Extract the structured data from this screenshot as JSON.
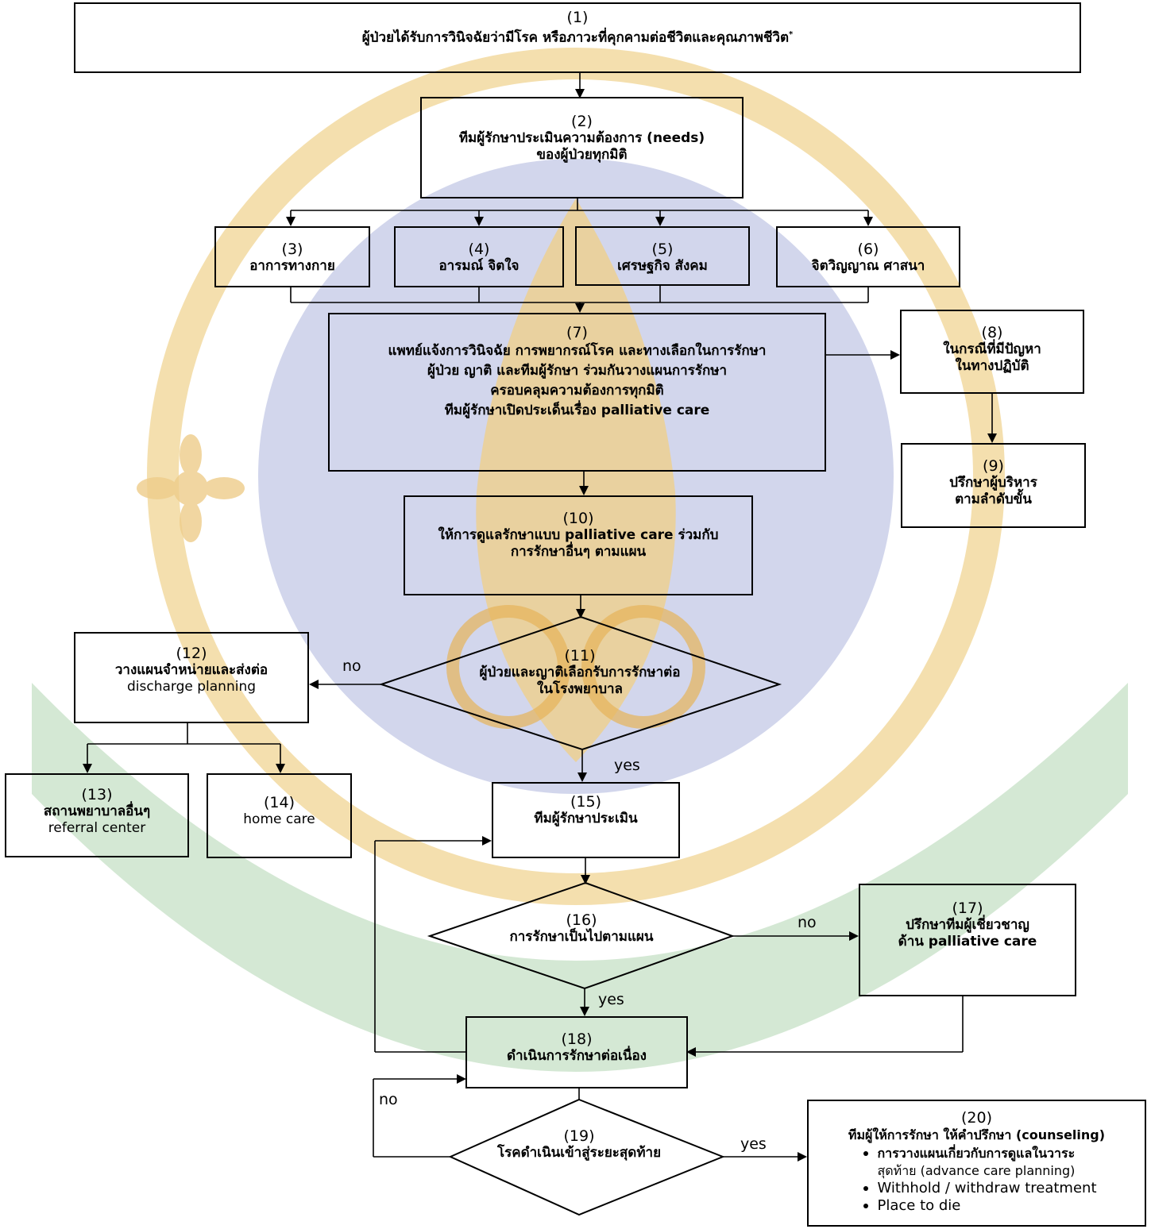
{
  "nodes": {
    "n1": {
      "num": "(1)",
      "label": "ผู้ป่วยได้รับการวินิจฉัยว่ามีโรค หรือภาวะที่คุกคามต่อชีวิตและคุณภาพชีวิต",
      "mark": "*"
    },
    "n2": {
      "num": "(2)",
      "line1": "ทีมผู้รักษาประเมินความต้องการ (needs)",
      "line2": "ของผู้ป่วยทุกมิติ"
    },
    "n3": {
      "num": "(3)",
      "label": "อาการทางกาย"
    },
    "n4": {
      "num": "(4)",
      "label": "อารมณ์ จิตใจ"
    },
    "n5": {
      "num": "(5)",
      "label": "เศรษฐกิจ สังคม"
    },
    "n6": {
      "num": "(6)",
      "label": "จิตวิญญาณ ศาสนา"
    },
    "n7": {
      "num": "(7)",
      "line1": "แพทย์แจ้งการวินิจฉัย การพยากรณ์โรค และทางเลือกในการรักษา",
      "line2": "ผู้ป่วย ญาติ และทีมผู้รักษา ร่วมกันวางแผนการรักษา",
      "line3": "ครอบคลุมความต้องการทุกมิติ",
      "line4": "ทีมผู้รักษาเปิดประเด็นเรื่อง palliative care"
    },
    "n8": {
      "num": "(8)",
      "line1": "ในกรณีที่มีปัญหา",
      "line2": "ในทางปฏิบัติ"
    },
    "n9": {
      "num": "(9)",
      "line1": "ปรึกษาผู้บริหาร",
      "line2": "ตามลำดับขั้น"
    },
    "n10": {
      "num": "(10)",
      "line1": "ให้การดูแลรักษาแบบ palliative care ร่วมกับ",
      "line2": "การรักษาอื่นๆ ตามแผน"
    },
    "n11": {
      "num": "(11)",
      "line1": "ผู้ป่วยและญาติเลือกรับการรักษาต่อ",
      "line2": "ในโรงพยาบาล"
    },
    "n12": {
      "num": "(12)",
      "line1": "วางแผนจำหน่ายและส่งต่อ",
      "line2": "discharge planning"
    },
    "n13": {
      "num": "(13)",
      "line1": "สถานพยาบาลอื่นๆ",
      "line2": "referral center"
    },
    "n14": {
      "num": "(14)",
      "line1": "home care"
    },
    "n15": {
      "num": "(15)",
      "label": "ทีมผู้รักษาประเมิน"
    },
    "n16": {
      "num": "(16)",
      "label": "การรักษาเป็นไปตามแผน"
    },
    "n17": {
      "num": "(17)",
      "line1": "ปรึกษาทีมผู้เชี่ยวชาญ",
      "line2": "ด้าน palliative care"
    },
    "n18": {
      "num": "(18)",
      "label": "ดำเนินการรักษาต่อเนื่อง"
    },
    "n19": {
      "num": "(19)",
      "label": "โรคดำเนินเข้าสู่ระยะสุดท้าย"
    },
    "n20": {
      "num": "(20)",
      "heading": "ทีมผู้ให้การรักษา ให้คำปรึกษา (counseling)",
      "bullet1a": "การวางแผนเกี่ยวกับการดูแลในวาระ",
      "bullet1b": "สุดท้าย (advance care planning)",
      "bullet2": "Withhold / withdraw treatment",
      "bullet3": "Place to die"
    }
  },
  "edge_labels": {
    "no_11": "no",
    "yes_11": "yes",
    "no_16": "no",
    "yes_16": "yes",
    "no_19": "no",
    "yes_19": "yes"
  },
  "colors": {
    "line": "#000000",
    "watermark_blue": "#c9cde6",
    "watermark_gold": "#e8b85a",
    "watermark_green": "#bfdcbf",
    "watermark_text_gold": "#f0a830"
  }
}
